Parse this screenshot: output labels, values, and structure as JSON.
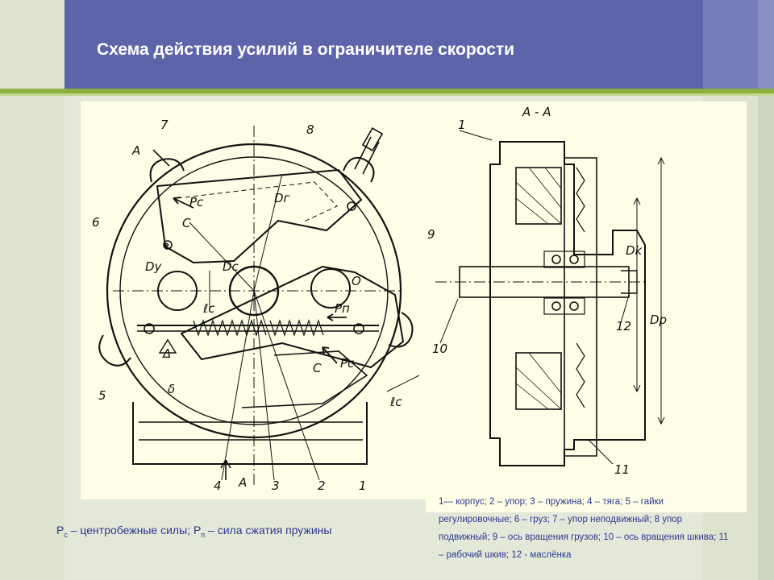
{
  "slide": {
    "title": "Схема действия усилий в ограничителе скорости"
  },
  "drawing": {
    "section_label": "А - А",
    "left_numbers": [
      "1",
      "2",
      "3",
      "4",
      "5",
      "6",
      "7",
      "8",
      "9"
    ],
    "right_numbers": [
      "1",
      "10",
      "11",
      "12"
    ],
    "symbols": {
      "pc": "Pc",
      "pn": "Pп",
      "c": "C",
      "o": "O",
      "a": "A",
      "delta_tri": "Δ",
      "delta": "δ",
      "dy": "Dy",
      "dc": "Dc",
      "dr": "Dг",
      "lc": "ℓc",
      "dk": "Dk",
      "dp": "Dp"
    }
  },
  "caption": {
    "pc_symbol": "P",
    "pc_sub": "c",
    "pc_text": " – центробежные силы; ",
    "pn_symbol": "P",
    "pn_sub": "п",
    "pn_text": " – сила сжатия пружины"
  },
  "legend": {
    "text": "1— корпус; 2 – упор; 3 – пружина; 4 – тяга; 5 – гайки регулировочные; 6 – груз; 7 – упор неподвижный; 8 упор подвижный; 9 – ось вращения грузов; 10 – ось вращения шкива; 11 – рабочий шкив; 12 - маслёнка"
  }
}
